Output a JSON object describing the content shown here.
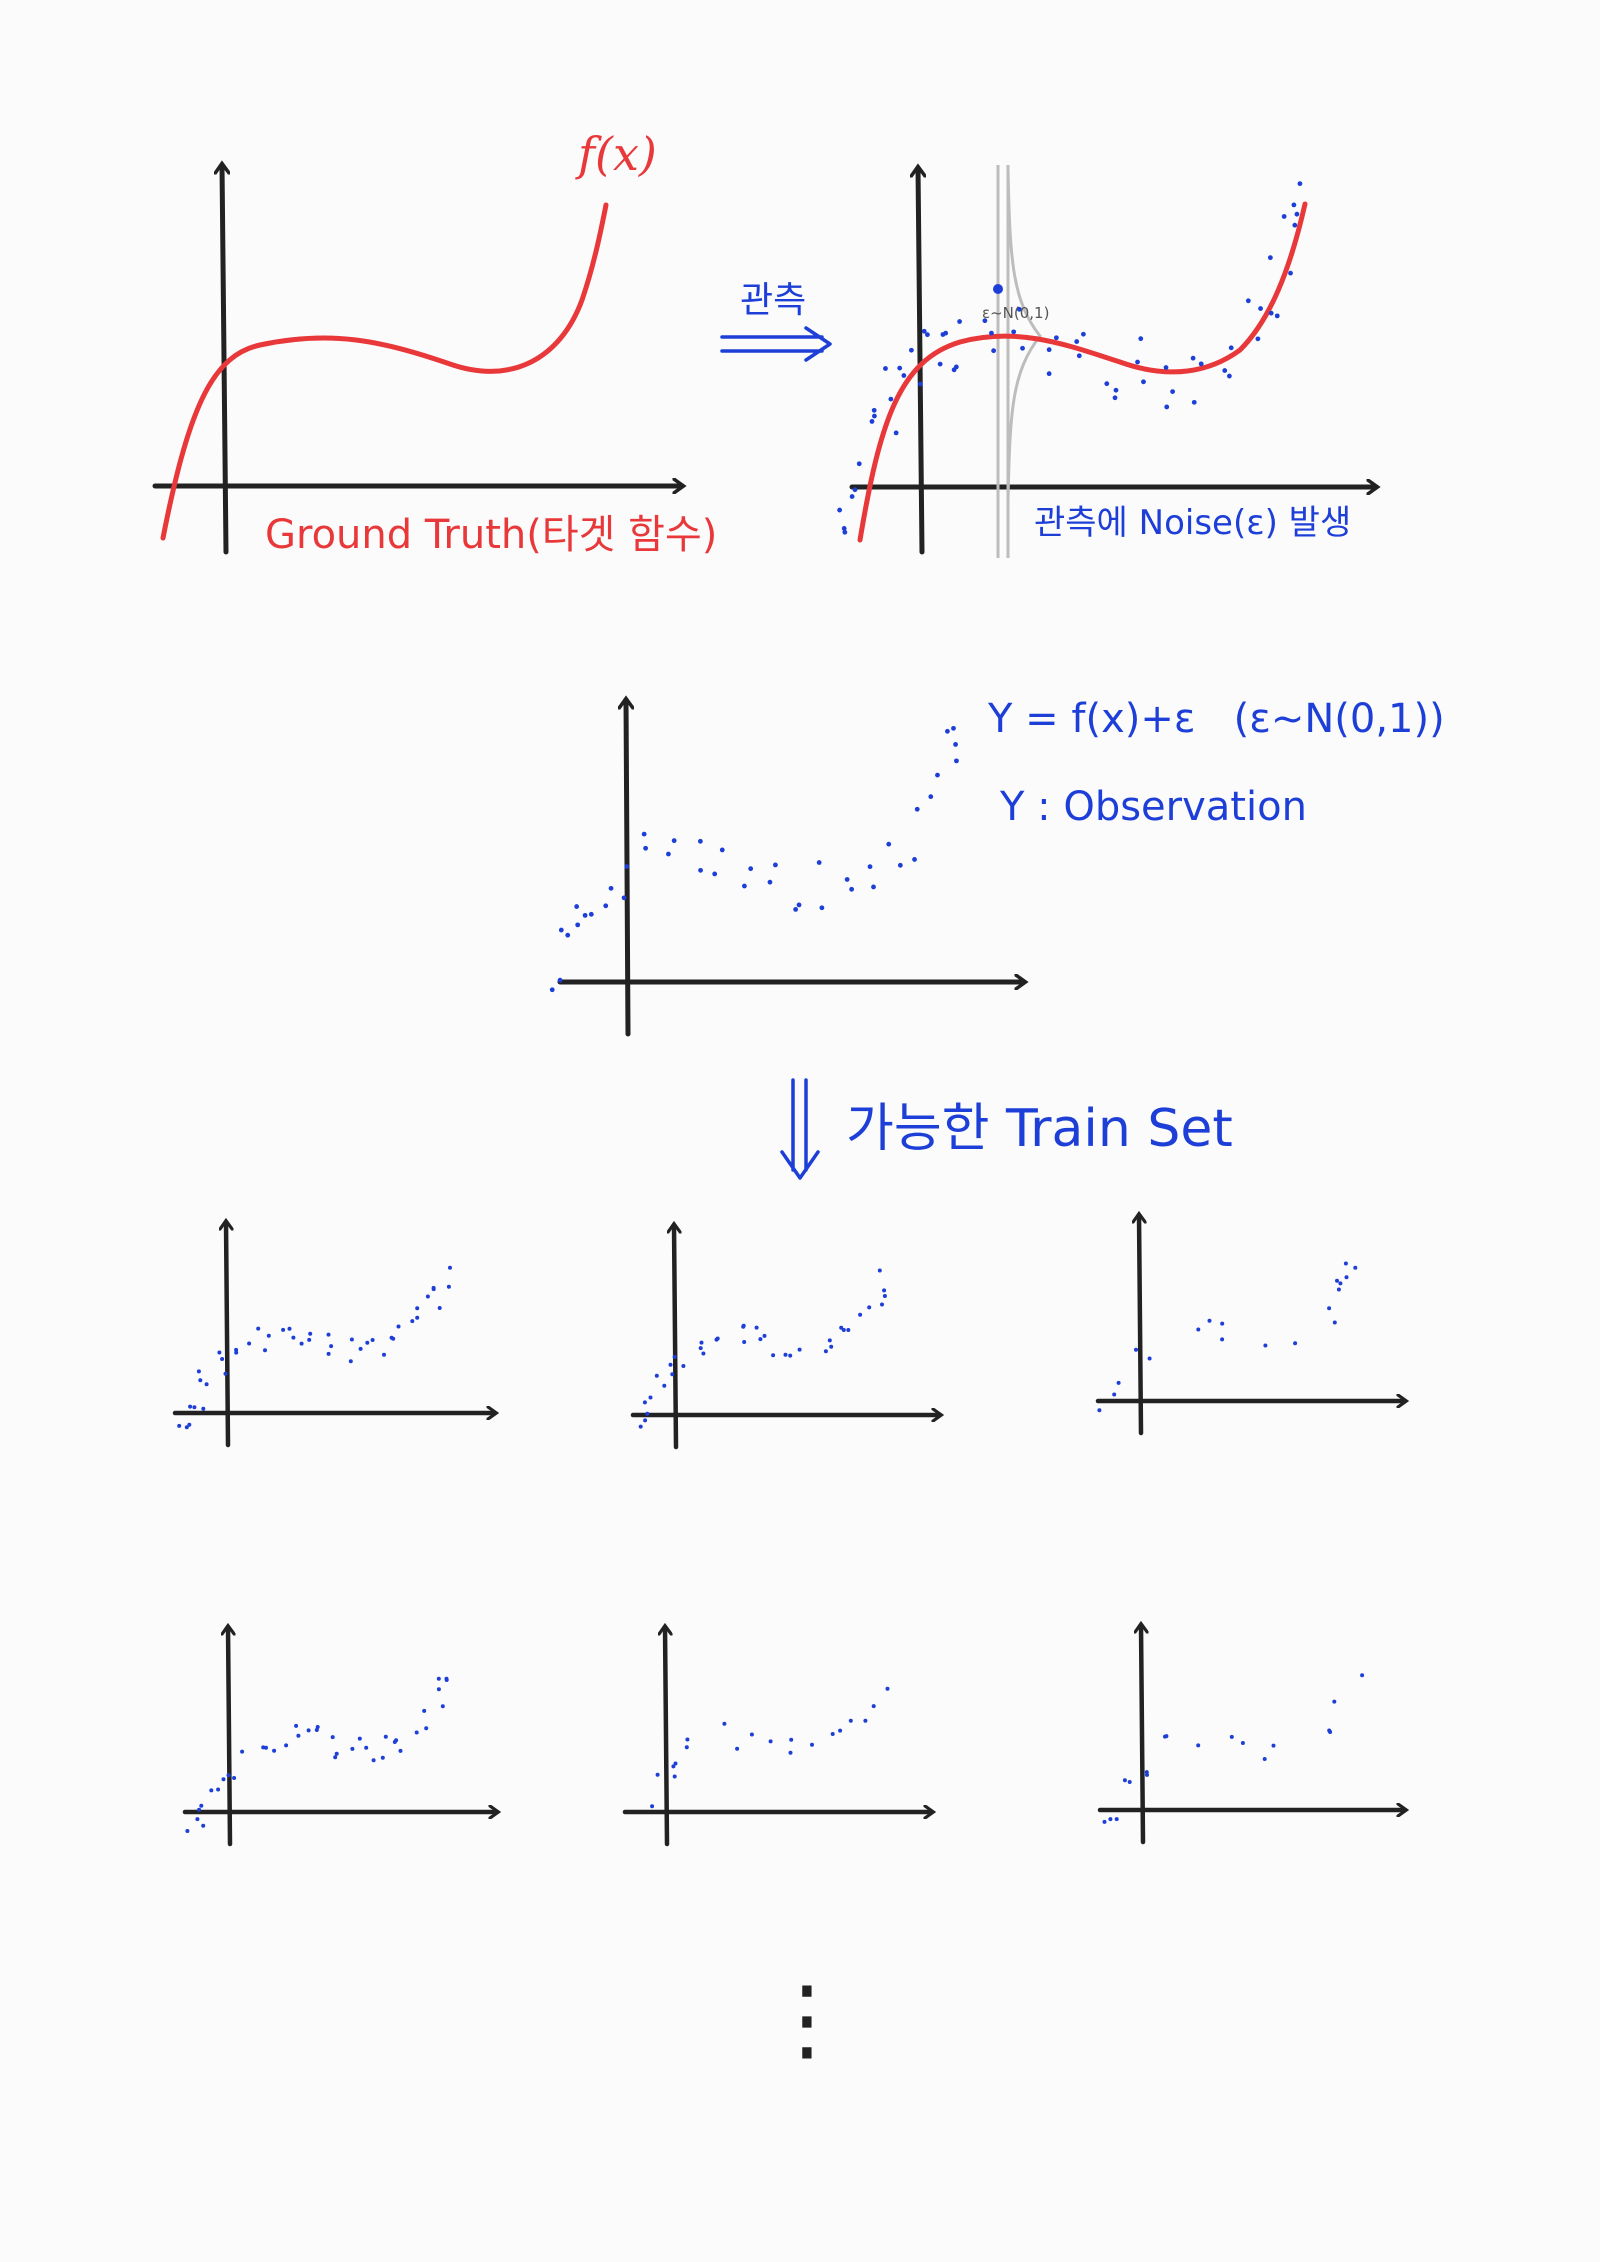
{
  "colors": {
    "background": "#fbfbfb",
    "axis": "#222222",
    "curve": "#e8383a",
    "points": "#1d3fd8",
    "blue_text": "#1d3fd8",
    "red_text": "#e8383a",
    "noise_band": "#bdbdbd"
  },
  "panel1": {
    "function_label": "f(x)",
    "caption": "Ground Truth(타겟 함수)"
  },
  "arrow1": {
    "label": "관측"
  },
  "panel2": {
    "noise_label": "ε~N(0,1)",
    "caption": "관측에 Noise(ε) 발생"
  },
  "panel3": {
    "equation": "Y = f(x)+ε   (ε~N(0,1))",
    "definition": "Y : Observation"
  },
  "arrow2": {
    "label": "가능한 Train Set"
  },
  "continuation": "⋮"
}
